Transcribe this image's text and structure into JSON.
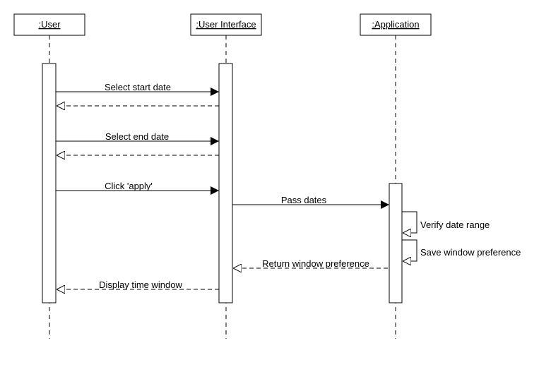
{
  "diagram": {
    "participants": [
      {
        "id": "user",
        "label": ":User"
      },
      {
        "id": "ui",
        "label": ":User Interface"
      },
      {
        "id": "app",
        "label": ":Application"
      }
    ],
    "messages": [
      {
        "from": "user",
        "to": "ui",
        "label": "Select start date",
        "kind": "sync"
      },
      {
        "from": "ui",
        "to": "user",
        "label": "",
        "kind": "return"
      },
      {
        "from": "user",
        "to": "ui",
        "label": "Select end date",
        "kind": "sync"
      },
      {
        "from": "ui",
        "to": "user",
        "label": "",
        "kind": "return"
      },
      {
        "from": "user",
        "to": "ui",
        "label": "Click 'apply'",
        "kind": "sync"
      },
      {
        "from": "ui",
        "to": "app",
        "label": "Pass dates",
        "kind": "sync"
      },
      {
        "from": "app",
        "to": "app",
        "label": "Verify date range",
        "kind": "self"
      },
      {
        "from": "app",
        "to": "app",
        "label": "Save window preference",
        "kind": "self"
      },
      {
        "from": "app",
        "to": "ui",
        "label": "Return window preference",
        "kind": "return"
      },
      {
        "from": "ui",
        "to": "user",
        "label": "Display time window",
        "kind": "return"
      }
    ]
  }
}
